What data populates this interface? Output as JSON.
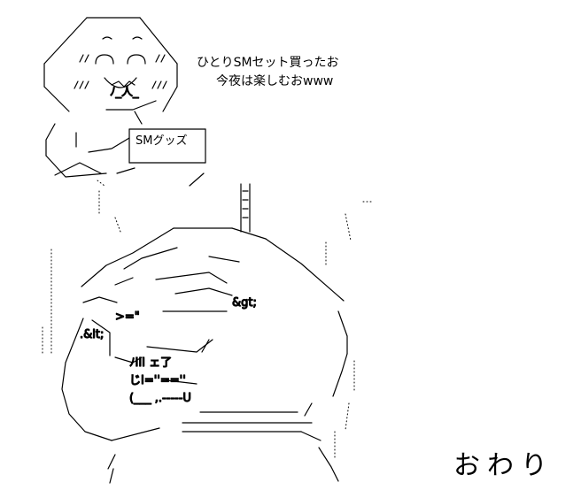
{
  "speech": {
    "line1": "ひとりSMセット買ったお",
    "line2": "今夜は楽しむおwww"
  },
  "sign_text": "SMグッズ",
  "ending_text": "おわり",
  "art_fragments": {
    "gt": "&gt;",
    "lt": ".&lt;",
    "kanji_row1": "ﾉIII ェ了",
    "kanji_row2": "じI=''==''",
    "kanji_row3": "(___ ,.-----U",
    "mouth_row": "ﾉ_人_",
    "tools_row": ">=\""
  },
  "colors": {
    "ink": "#000000",
    "background": "#ffffff"
  }
}
